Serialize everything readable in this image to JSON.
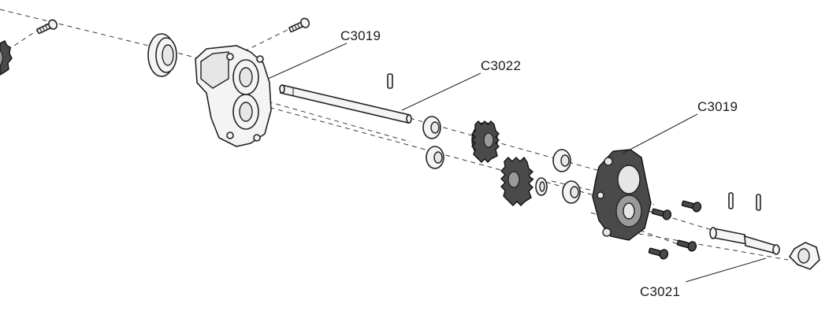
{
  "callouts": {
    "housing_left": "C3019",
    "shaft": "C3022",
    "housing_right": "C3019",
    "output_shaft": "C3021"
  }
}
